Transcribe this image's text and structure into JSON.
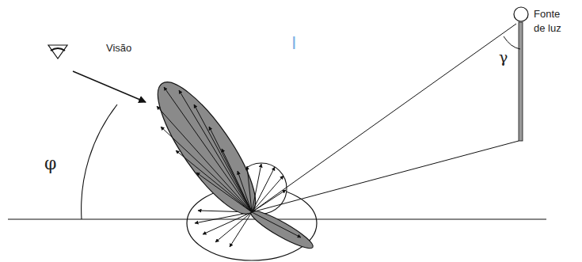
{
  "diagram": {
    "labels": [
      "Visão",
      "φ",
      "I",
      "γ",
      "Fonte de luz"
    ]
  }
}
